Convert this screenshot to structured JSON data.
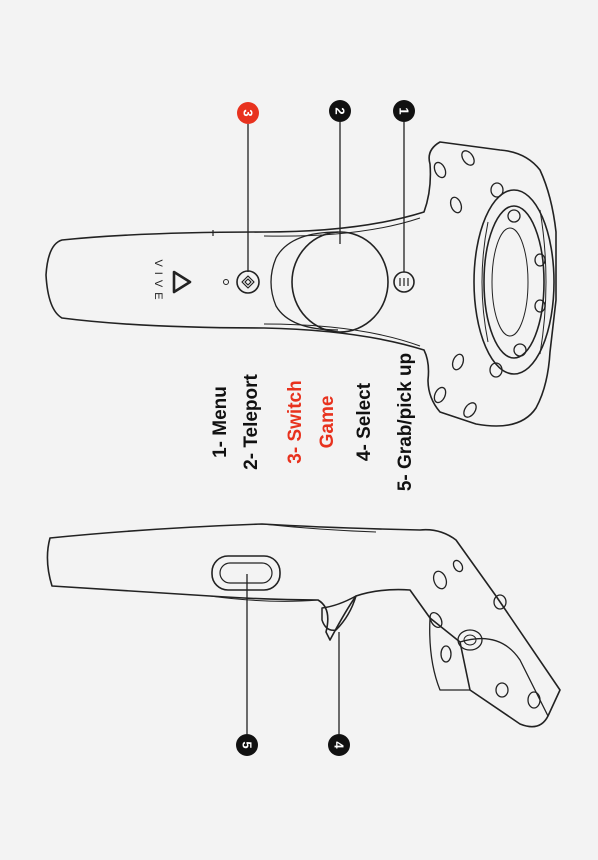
{
  "brand": {
    "text": "VIVE"
  },
  "callouts": [
    {
      "number": "1",
      "color": "#111111"
    },
    {
      "number": "2",
      "color": "#111111"
    },
    {
      "number": "3",
      "color": "#e8321e"
    },
    {
      "number": "4",
      "color": "#111111"
    },
    {
      "number": "5",
      "color": "#111111"
    }
  ],
  "legend": [
    {
      "text": "1- Menu",
      "color": "#111111"
    },
    {
      "text": "2- Teleport",
      "color": "#111111"
    },
    {
      "text": "3- Switch",
      "color": "#e8321e"
    },
    {
      "text": "Game",
      "color": "#e8321e"
    },
    {
      "text": "4- Select",
      "color": "#111111"
    },
    {
      "text": "5- Grab/pick up",
      "color": "#111111"
    }
  ],
  "icons": {
    "menu": "menu-lines-icon",
    "system": "system-diamond-icon",
    "logo": "vive-logo-icon"
  }
}
